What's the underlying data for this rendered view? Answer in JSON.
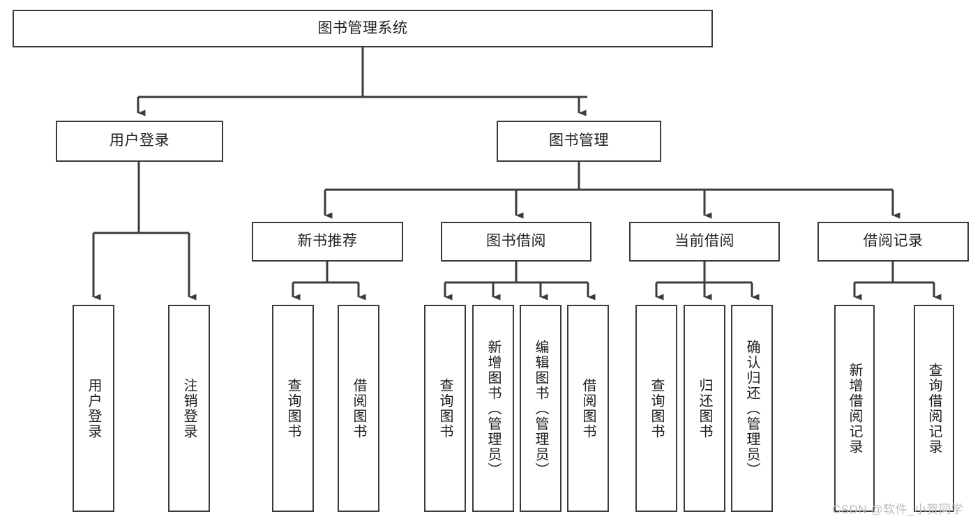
{
  "diagram": {
    "type": "tree",
    "title": "图书管理系统",
    "watermark": "CSDN @软件_小贺同学",
    "colors": {
      "box_border": "#3b3b3b",
      "line": "#3b3b3b",
      "background": "#ffffff",
      "text": "#1d1d1d",
      "watermark": "#bcbcbc"
    },
    "nodes": {
      "root": {
        "label": "图书管理系统"
      },
      "level1": [
        {
          "label": "用户登录"
        },
        {
          "label": "图书管理"
        }
      ],
      "level2": [
        {
          "label": "新书推荐"
        },
        {
          "label": "图书借阅"
        },
        {
          "label": "当前借阅"
        },
        {
          "label": "借阅记录"
        }
      ],
      "leaves": {
        "user_login": [
          {
            "label": "用户登录"
          },
          {
            "label": "注销登录"
          }
        ],
        "new_book_recommend": [
          {
            "label": "查询图书"
          },
          {
            "label": "借阅图书"
          }
        ],
        "book_borrow": [
          {
            "label": "查询图书"
          },
          {
            "label": "新增图书（管理员）"
          },
          {
            "label": "编辑图书（管理员）"
          },
          {
            "label": "借阅图书"
          }
        ],
        "current_borrow": [
          {
            "label": "查询图书"
          },
          {
            "label": "归还图书"
          },
          {
            "label": "确认归还（管理员）"
          }
        ],
        "borrow_record": [
          {
            "label": "新增借阅记录"
          },
          {
            "label": "查询借阅记录"
          }
        ]
      }
    }
  }
}
